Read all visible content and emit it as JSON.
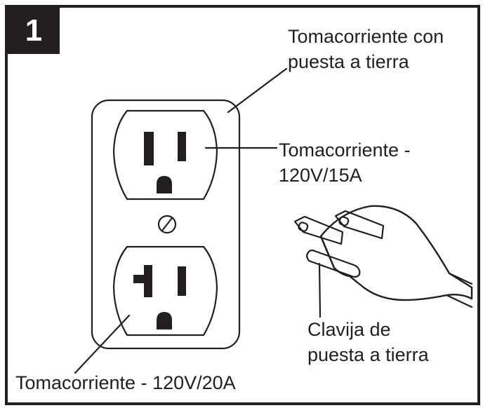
{
  "figure": {
    "step_number": "1",
    "labels": {
      "grounded_outlet_line1": "Tomacorriente con",
      "grounded_outlet_line2": "puesta a tierra",
      "outlet_15a_line1": "Tomacorriente -",
      "outlet_15a_line2": "120V/15A",
      "ground_pin_line1": "Clavija de",
      "ground_pin_line2": "puesta a tierra",
      "outlet_20a": "Tomacorriente - 120V/20A"
    },
    "colors": {
      "ink": "#231f20",
      "paper": "#ffffff"
    }
  }
}
